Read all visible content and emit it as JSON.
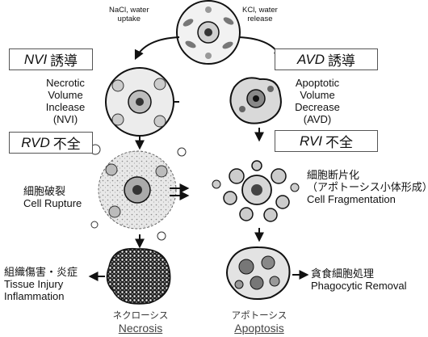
{
  "top_left_note": [
    "NaCl, water",
    "uptake"
  ],
  "top_right_note": [
    "KCl, water",
    "release"
  ],
  "left_box": {
    "main": "NVI",
    "jp": "誘導"
  },
  "right_box": {
    "main": "AVD",
    "jp": "誘導"
  },
  "left_box2": {
    "main": "RVD",
    "jp": "不全"
  },
  "right_box2": {
    "main": "RVI",
    "jp": "不全"
  },
  "nvi_label": [
    "Necrotic",
    "Volume",
    "Inclease",
    "(NVI)"
  ],
  "avd_label": [
    "Apoptotic",
    "Volume",
    "Decrease",
    "(AVD)"
  ],
  "rupture_label": {
    "jp": "細胞破裂",
    "en": "Cell Rupture"
  },
  "fragment_label": {
    "jp": "細胞断片化",
    "jp2": "（アポトーシス小体形成）",
    "en": "Cell Fragmentation"
  },
  "injury_label": {
    "jp": "組織傷害・炎症",
    "en1": "Tissue Injury",
    "en2": "Inflammation"
  },
  "removal_label": {
    "jp": "貪食細胞処理",
    "en": "Phagocytic Removal"
  },
  "necrosis": {
    "kata": "ネクローシス",
    "en": "Necrosis"
  },
  "apoptosis": {
    "kata": "アポトーシス",
    "en": "Apoptosis"
  }
}
